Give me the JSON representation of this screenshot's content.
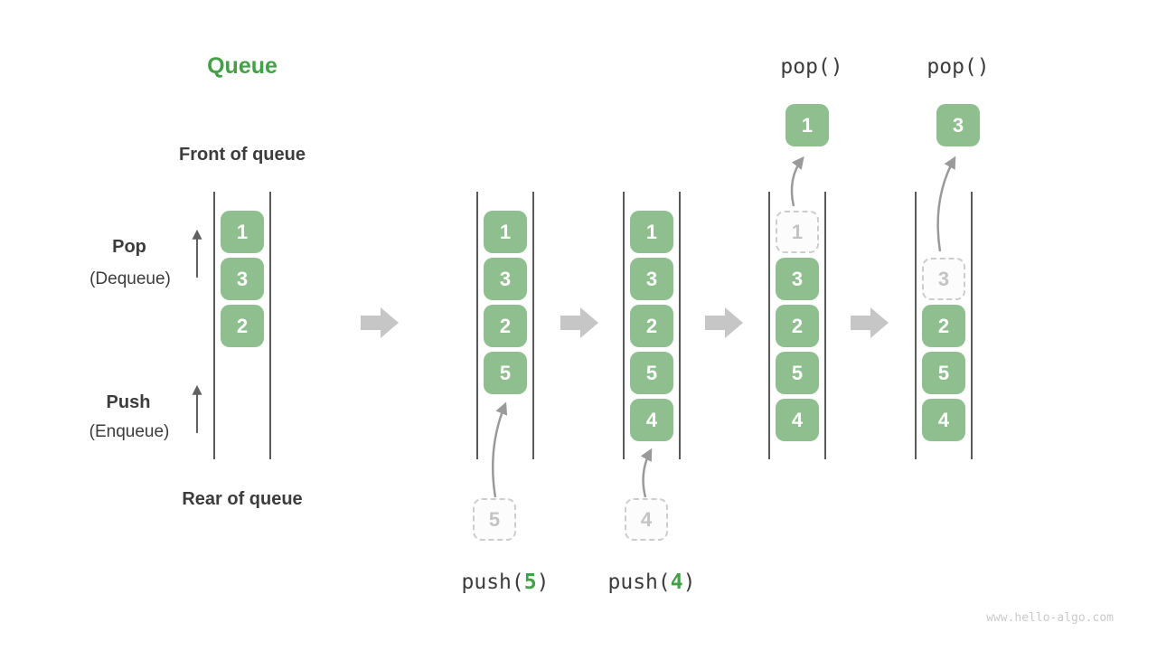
{
  "title": "Queue",
  "watermark": "www.hello-algo.com",
  "labels": {
    "front": "Front of queue",
    "rear": "Rear of queue",
    "pop": "Pop",
    "pop_sub": "(Dequeue)",
    "push": "Push",
    "push_sub": "(Enqueue)"
  },
  "ops": {
    "pop1": "pop()",
    "pop2": "pop()",
    "push1_prefix": "push(",
    "push1_arg": "5",
    "push1_suffix": ")",
    "push2_prefix": "push(",
    "push2_arg": "4",
    "push2_suffix": ")"
  },
  "states": [
    {
      "cells": [
        "1",
        "3",
        "2"
      ]
    },
    {
      "cells": [
        "1",
        "3",
        "2",
        "5"
      ],
      "incoming": "5"
    },
    {
      "cells": [
        "1",
        "3",
        "2",
        "5",
        "4"
      ],
      "incoming": "4"
    },
    {
      "ghost": "1",
      "cells": [
        "3",
        "2",
        "5",
        "4"
      ],
      "popped": "1"
    },
    {
      "ghost": "3",
      "cells": [
        "2",
        "5",
        "4"
      ],
      "popped": "3"
    }
  ],
  "colors": {
    "cell_green": "#8FBF8F",
    "title_green": "#43A047",
    "label_dark": "#3C3C3C",
    "block_arrow_gray": "#C6C6C6",
    "arrow_line_gray": "#9A9A9A",
    "rail_gray": "#5A5A5A",
    "ghost_border_gray": "#CDCDCD"
  }
}
